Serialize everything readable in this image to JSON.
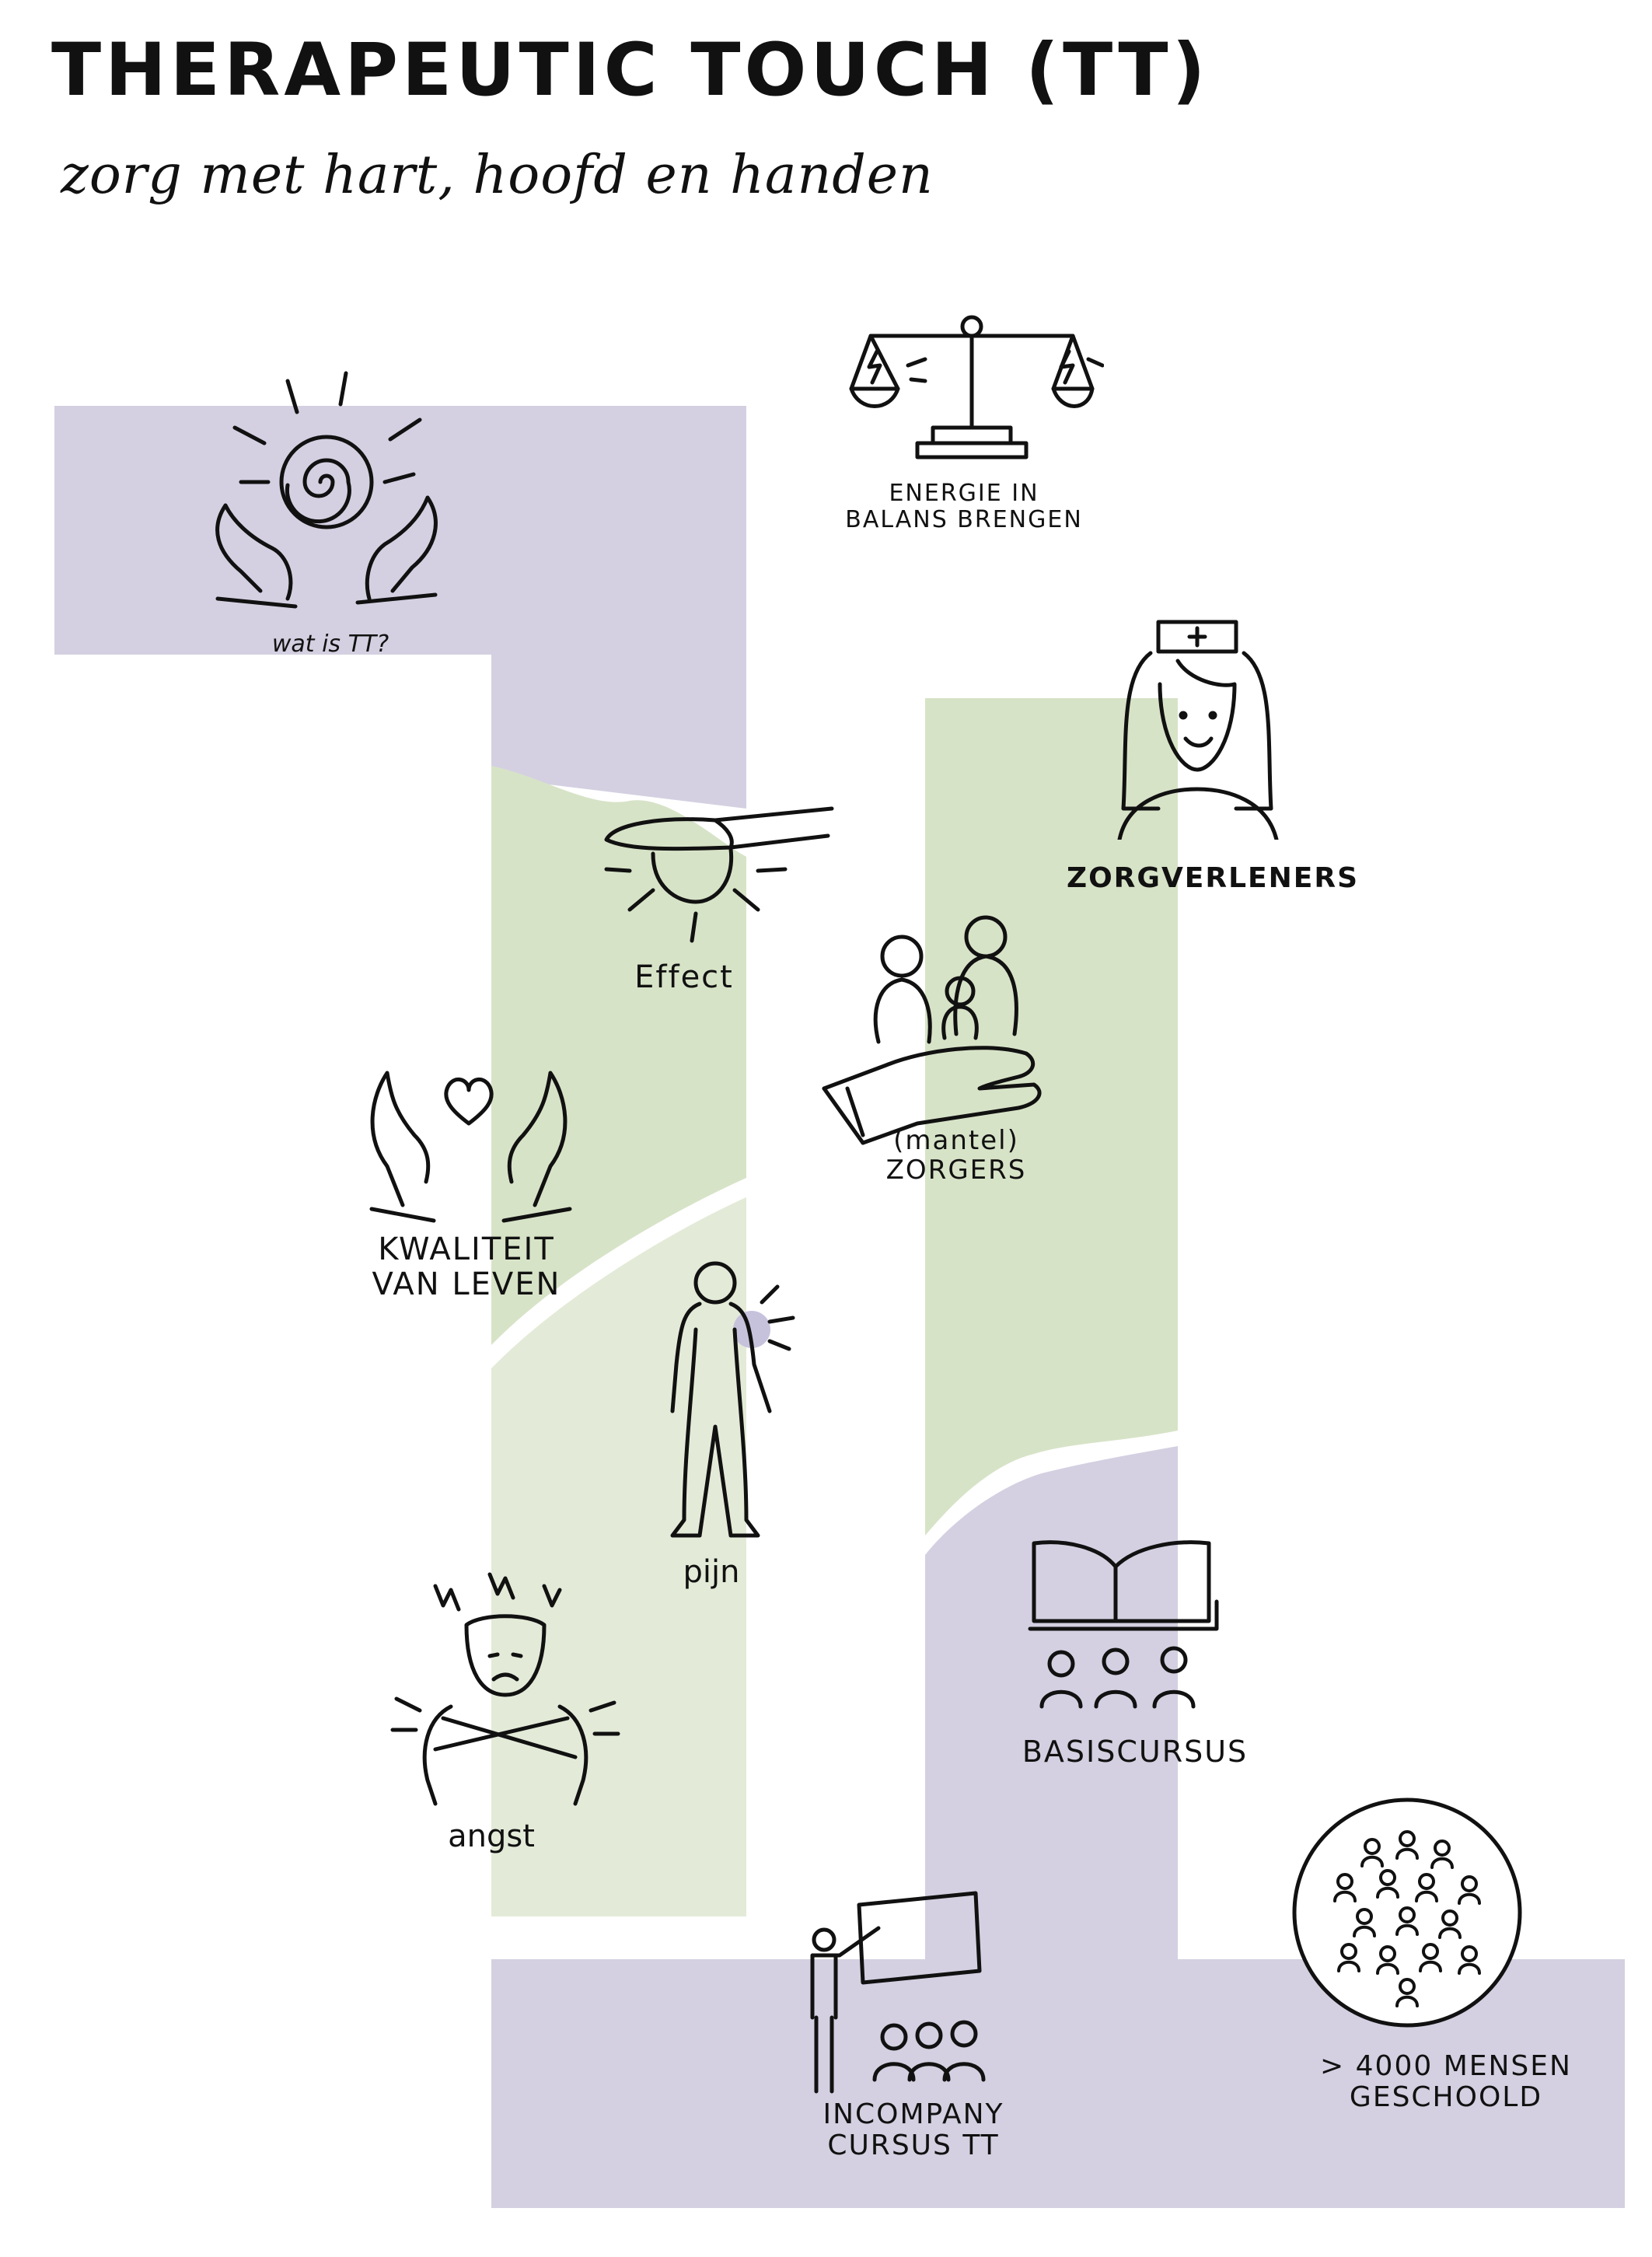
{
  "title": "THERAPEUTIC TOUCH (TT)",
  "subtitle": "zorg met hart, hoofd en handen",
  "colors": {
    "lavender": "#d4d0e1",
    "green_dark": "#d7e3c7",
    "green_light": "#e3ebd8",
    "accent_dot": "#c7c2dc",
    "ink": "#111111"
  },
  "nodes": {
    "wat_is_tt": {
      "label": "wat is TT?",
      "icon": "hands-energy-spiral-icon"
    },
    "energie": {
      "line1": "ENERGIE IN",
      "line2": "BALANS BRENGEN",
      "icon": "balance-scale-icon"
    },
    "zorgverleners": {
      "label": "ZORGVERLENERS",
      "icon": "nurse-icon"
    },
    "effect": {
      "label": "Effect",
      "icon": "hand-over-sun-icon"
    },
    "mantelzorgers": {
      "line1": "(mantel)",
      "line2": "ZORGERS",
      "icon": "caring-hand-family-icon"
    },
    "kwaliteit": {
      "line1": "KWALITEIT",
      "line2": "VAN LEVEN",
      "icon": "hands-heart-icon"
    },
    "pijn": {
      "label": "pijn",
      "icon": "body-pain-icon"
    },
    "angst": {
      "label": "angst",
      "icon": "anxious-person-icon"
    },
    "basiscursus": {
      "label": "BASISCURSUS",
      "icon": "open-book-group-icon"
    },
    "incompany": {
      "line1": "INCOMPANY",
      "line2": "CURSUS TT",
      "icon": "presenter-board-icon"
    },
    "geschoold": {
      "line1": "> 4000 MENSEN",
      "line2": "GESCHOOLD",
      "icon": "crowd-circle-icon"
    }
  }
}
